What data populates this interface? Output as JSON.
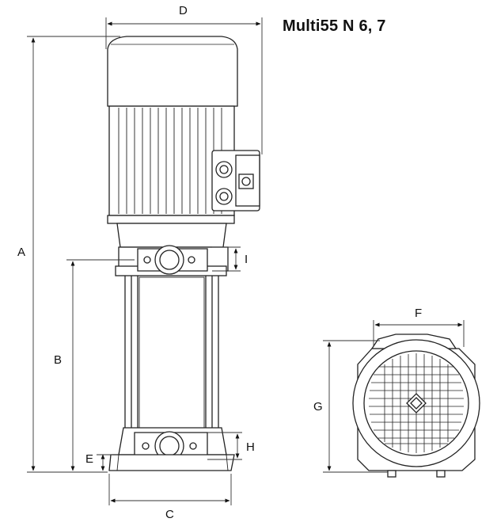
{
  "title": "Multi55 N 6, 7",
  "dimension_labels": {
    "A": "A",
    "B": "B",
    "C": "C",
    "D": "D",
    "E": "E",
    "F": "F",
    "G": "G",
    "H": "H",
    "I": "I"
  }
}
